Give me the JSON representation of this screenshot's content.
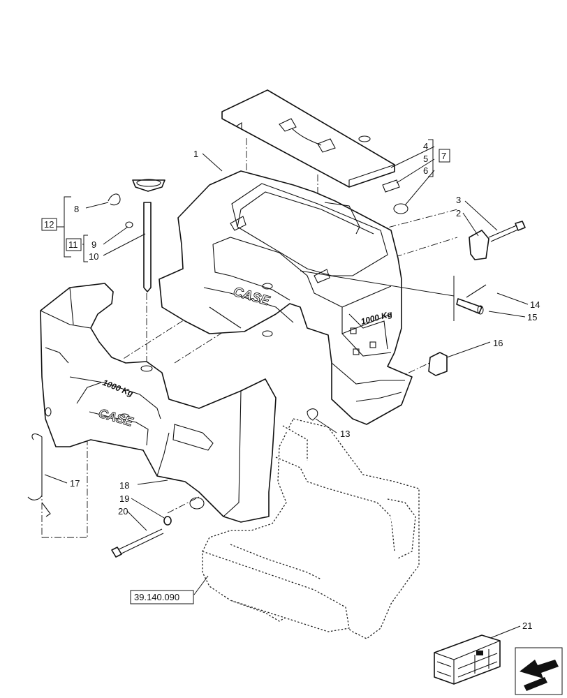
{
  "callouts": {
    "c1": "1",
    "c2": "2",
    "c3": "3",
    "c4": "4",
    "c5": "5",
    "c6": "6",
    "c7": "7",
    "c8": "8",
    "c9": "9",
    "c10": "10",
    "c11": "11",
    "c12": "12",
    "c13": "13",
    "c14": "14",
    "c15": "15",
    "c16": "16",
    "c17": "17",
    "c18": "18",
    "c19": "19",
    "c20": "20",
    "c21": "21"
  },
  "reference": "39.140.090",
  "embossed": {
    "brand_top": "CASE",
    "brand_bottom": "CASE",
    "weight_top": "1000 Kg",
    "weight_bottom": "1000 Kg"
  },
  "icons": {
    "navigation": "arrow-icon",
    "packaging": "crate-icon"
  }
}
